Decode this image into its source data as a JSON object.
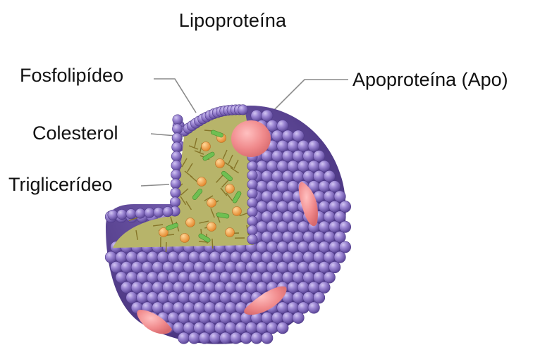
{
  "title": "Lipoproteína",
  "labels": {
    "phospholipid": "Fosfolipídeo",
    "cholesterol": "Colesterol",
    "triglyceride": "Triglicerídeo",
    "apoprotein": "Apoproteína (Apo)"
  },
  "colors": {
    "shell_sphere": "#8e76c8",
    "shell_sphere_dark": "#5c4496",
    "shell_highlight": "#c4b4ec",
    "apoprotein": "#f0868a",
    "core": "#c9c77e",
    "tails": "#8a7a30",
    "cholesterol": "#f2a444",
    "triglyceride": "#6fbf52",
    "leader_line": "#7a7a7a"
  }
}
